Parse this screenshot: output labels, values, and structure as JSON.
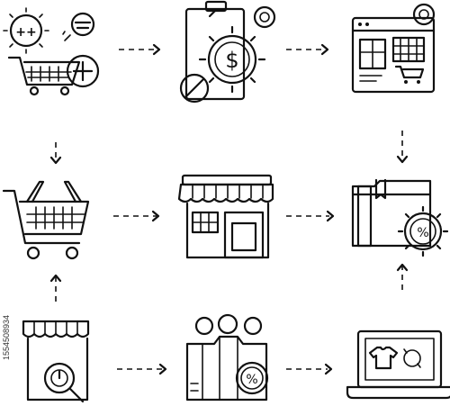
{
  "diagram": {
    "nodes": [
      {
        "id": "cart-plus",
        "icon": "shopping-cart-plus-icon"
      },
      {
        "id": "cost-gear",
        "icon": "dollar-gear-clipboard-icon"
      },
      {
        "id": "web-shop",
        "icon": "browser-store-cart-icon"
      },
      {
        "id": "basket",
        "icon": "shopping-basket-icon"
      },
      {
        "id": "store",
        "icon": "storefront-icon"
      },
      {
        "id": "discount-folder",
        "icon": "folder-percent-gear-icon"
      },
      {
        "id": "store-search",
        "icon": "store-magnifier-icon"
      },
      {
        "id": "discount-stand",
        "icon": "people-percent-stand-icon"
      },
      {
        "id": "laptop-shop",
        "icon": "laptop-clothing-icon"
      }
    ],
    "labels": {
      "cart_plus_gear": "++",
      "dollar": "$",
      "percent": "%",
      "watermark_code": "1554508934"
    }
  }
}
